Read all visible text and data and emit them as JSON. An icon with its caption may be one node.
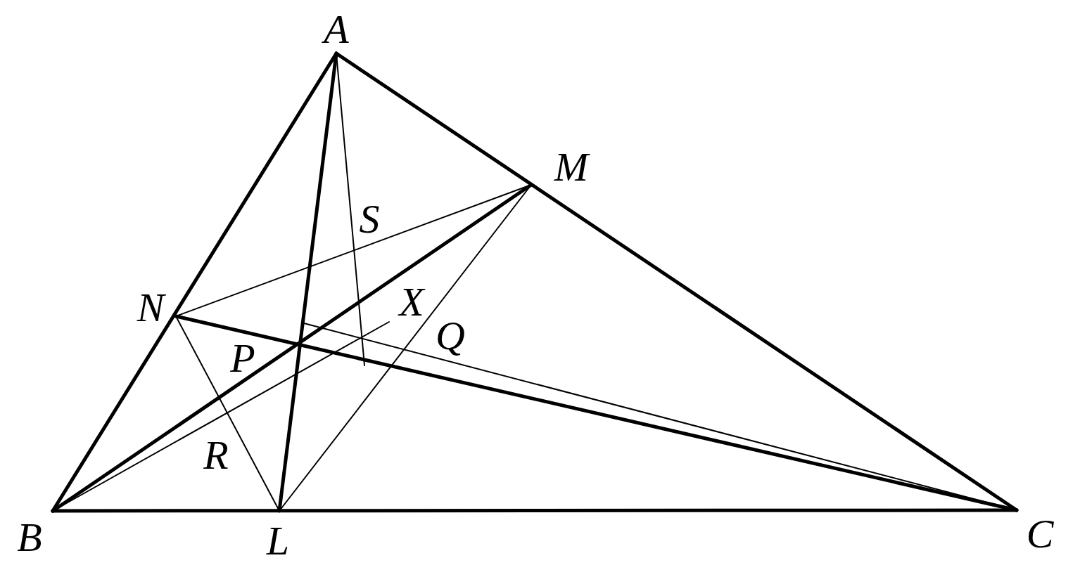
{
  "diagram": {
    "nodes": [
      {
        "text": [
          "A"
        ]
      },
      {
        "text": [
          "B"
        ]
      },
      {
        "text": [
          "C"
        ]
      },
      {
        "text": [
          "L"
        ]
      },
      {
        "text": [
          "M"
        ]
      },
      {
        "text": [
          "N"
        ]
      },
      {
        "text": [
          "X"
        ]
      }
    ],
    "edges": [
      {
        "from": 0,
        "to": 1,
        "arrow": "none",
        "style": "thick"
      },
      {
        "from": 0,
        "to": 2,
        "arrow": "none",
        "style": "thick"
      },
      {
        "from": 1,
        "to": 2,
        "arrow": "none",
        "style": "thick"
      },
      {
        "from": 0,
        "to": 3,
        "arrow": "none",
        "style": "thick"
      },
      {
        "from": 1,
        "to": 4,
        "arrow": "none",
        "style": "thick"
      },
      {
        "from": 5,
        "to": 2,
        "arrow": "none",
        "style": "thick"
      },
      {
        "from": 5,
        "to": 4,
        "arrow": "none"
      },
      {
        "from": 5,
        "to": 3,
        "arrow": "none"
      },
      {
        "from": 3,
        "to": 4,
        "arrow": "none"
      },
      {
        "from": 0,
        "to": null,
        "arrow": "none"
      },
      {
        "from": 1,
        "to": 6,
        "arrow": "none"
      },
      {
        "from": 2,
        "to": null,
        "arrow": "none"
      }
    ],
    "labels": [
      "S",
      "P",
      "Q",
      "R"
    ]
  }
}
